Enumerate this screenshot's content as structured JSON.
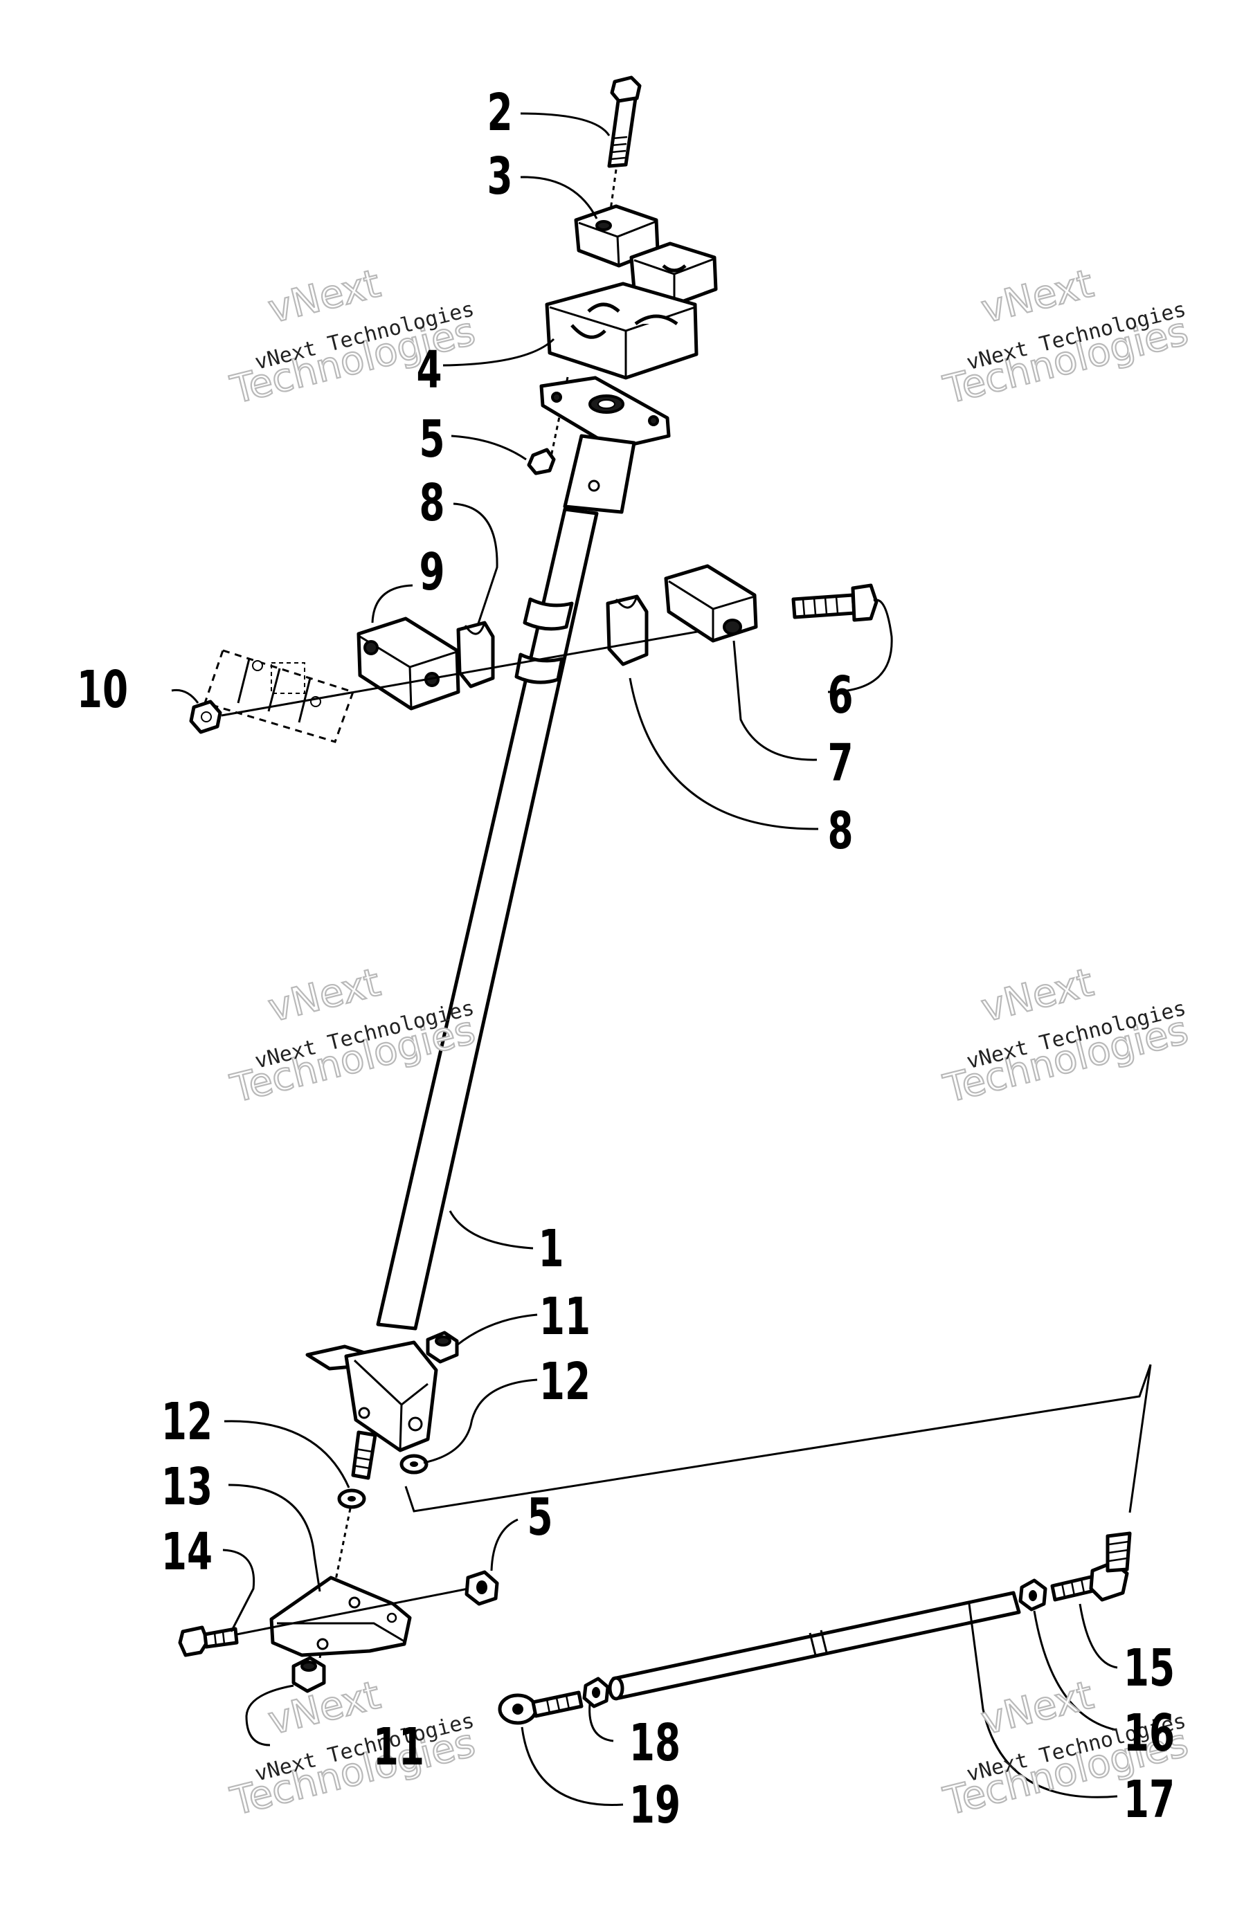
{
  "title": "",
  "callouts": {
    "c1": "1",
    "c2": "2",
    "c3": "3",
    "c4": "4",
    "c5a": "5",
    "c5b": "5",
    "c6": "6",
    "c7": "7",
    "c8a": "8",
    "c8b": "8",
    "c9": "9",
    "c10": "10",
    "c11a": "11",
    "c11b": "11",
    "c12a": "12",
    "c12b": "12",
    "c13": "13",
    "c14": "14",
    "c15": "15",
    "c16": "16",
    "c17": "17",
    "c18": "18",
    "c19": "19"
  },
  "watermark": {
    "line1": "vNext",
    "line2": "Technologies",
    "caption": "vNext Technologies"
  }
}
